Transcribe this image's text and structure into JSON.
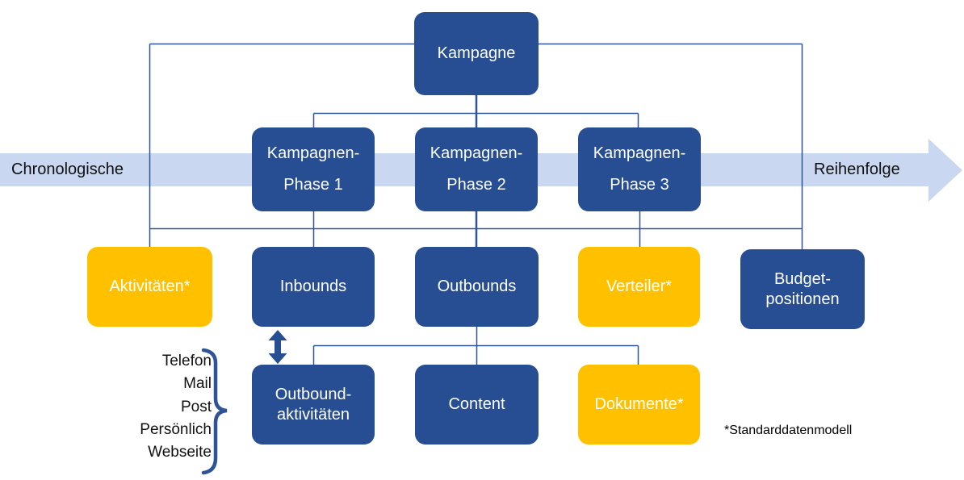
{
  "nodes": {
    "kampagne": {
      "label": "Kampagne"
    },
    "phase1": {
      "line1": "Kampagnen-",
      "line2": "Phase 1"
    },
    "phase2": {
      "line1": "Kampagnen-",
      "line2": "Phase 2"
    },
    "phase3": {
      "line1": "Kampagnen-",
      "line2": "Phase 3"
    },
    "aktivitaeten": {
      "label": "Aktivitäten*"
    },
    "inbounds": {
      "label": "Inbounds"
    },
    "outbounds": {
      "label": "Outbounds"
    },
    "verteiler": {
      "label": "Verteiler*"
    },
    "budgetpositionen": {
      "line1": "Budget-",
      "line2": "positionen"
    },
    "outboundaktivitaeten": {
      "line1": "Outbound-",
      "line2": "aktivitäten"
    },
    "content": {
      "label": "Content"
    },
    "dokumente": {
      "label": "Dokumente*"
    }
  },
  "timeline": {
    "left_label": "Chronologische",
    "right_label": "Reihenfolge"
  },
  "channels": [
    "Telefon",
    "Mail",
    "Post",
    "Persönlich",
    "Webseite"
  ],
  "footnote": "*Standarddatenmodell",
  "colors": {
    "node_blue": "#274e93",
    "node_yellow": "#ffc000",
    "timeline_band": "#c9d7f1",
    "connector": "#2e5496",
    "node_text": "#ffffff",
    "label_text": "#111111"
  }
}
